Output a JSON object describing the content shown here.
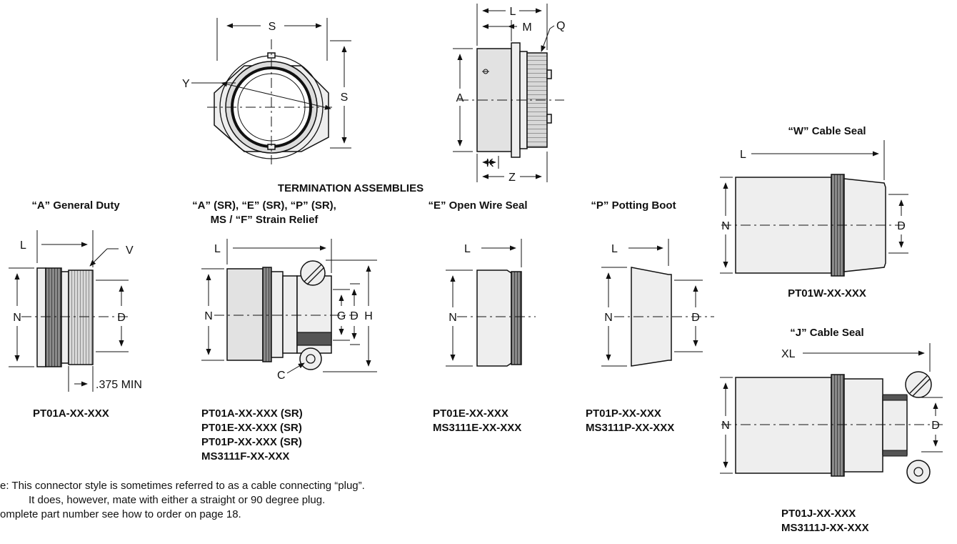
{
  "dims": {
    "top_front": {
      "s_horizontal": "S",
      "s_vertical": "S",
      "y": "Y"
    },
    "top_side": {
      "l": "L",
      "m": "M",
      "q": "Q",
      "a": "A",
      "k": "K",
      "z": "Z"
    },
    "general": {
      "l": "L",
      "v": "V",
      "n": "N",
      "d": "D",
      "min": ".375 MIN"
    },
    "strain": {
      "l": "L",
      "n": "N",
      "g": "G",
      "d": "D",
      "h": "H",
      "c": "C"
    },
    "open": {
      "l": "L",
      "n": "N"
    },
    "potting": {
      "l": "L",
      "n": "N",
      "d": "D"
    },
    "w_seal": {
      "l": "L",
      "n": "N",
      "d": "D"
    },
    "j_seal": {
      "xl": "XL",
      "n": "N",
      "d": "D"
    }
  },
  "headings": {
    "termination": "TERMINATION ASSEMBLIES",
    "general_duty": "“A” General Duty",
    "strain_relief_1": "“A” (SR), “E” (SR), “P” (SR),",
    "strain_relief_2": "MS / “F” Strain Relief",
    "open_wire": "“E” Open Wire Seal",
    "potting_boot": "“P” Potting Boot",
    "w_cable_seal": "“W” Cable Seal",
    "j_cable_seal": "“J” Cable Seal"
  },
  "part_numbers": {
    "general": [
      "PT01A-XX-XXX"
    ],
    "strain": [
      "PT01A-XX-XXX (SR)",
      "PT01E-XX-XXX (SR)",
      "PT01P-XX-XXX (SR)",
      "MS3111F-XX-XXX"
    ],
    "open": [
      "PT01E-XX-XXX",
      "MS3111E-XX-XXX"
    ],
    "potting": [
      "PT01P-XX-XXX",
      "MS3111P-XX-XXX"
    ],
    "w_seal": [
      "PT01W-XX-XXX"
    ],
    "j_seal": [
      "PT01J-XX-XXX",
      "MS3111J-XX-XXX"
    ]
  },
  "notes": [
    "e: This connector style is sometimes referred to as a cable connecting “plug”.",
    "It does, however, mate with either a straight or 90 degree plug.",
    "omplete part number see how to order on page 18."
  ]
}
